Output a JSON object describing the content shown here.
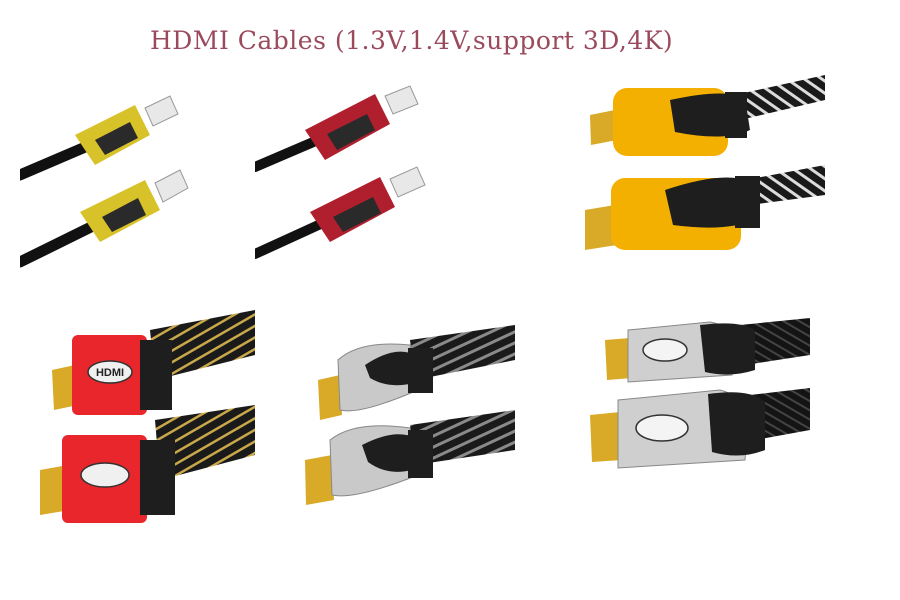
{
  "title": "HDMI Cables (1.3V,1.4V,support 3D,4K)",
  "logo_text": "HDMI",
  "colors": {
    "title": "#9a4a5c",
    "yellow": "#d8c22a",
    "red": "#b01f2e",
    "orange": "#f4b000",
    "bright_red": "#e8262c",
    "silver": "#c9c9c9",
    "black": "#1a1a1a",
    "gold": "#d9a928"
  },
  "products": [
    {
      "variant": "yellow-black molded",
      "jacket": "black-pvc"
    },
    {
      "variant": "red-black molded",
      "jacket": "black-pvc"
    },
    {
      "variant": "orange-black molded",
      "jacket": "white-braided-mesh"
    },
    {
      "variant": "red HDMI-logo",
      "jacket": "gold-braided-mesh"
    },
    {
      "variant": "silver-black",
      "jacket": "grey-braided-mesh"
    },
    {
      "variant": "silver HDMI-logo",
      "jacket": "black-braided-mesh"
    }
  ]
}
